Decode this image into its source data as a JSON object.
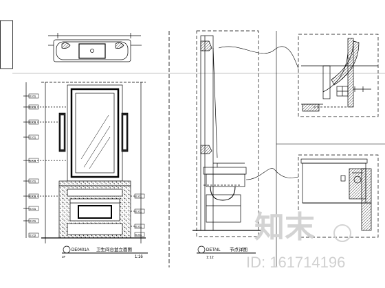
{
  "drawing": {
    "left_panel": {
      "sheet_no": "DE0401A",
      "title": "卫生间台盆立面图",
      "scale": "1:16",
      "sub_mark": "3F",
      "level_tags": [
        "E.01",
        "E.01",
        "E.01",
        "E.01",
        "E.01",
        "E.01",
        "E.01",
        "E.01",
        "E.01",
        "E.02"
      ],
      "right_tags": [
        "E.01",
        "E.01",
        "E.01",
        "E.01"
      ]
    },
    "right_panel": {
      "sheet_no": "DETAIL",
      "title": "节点详图",
      "scale": "1:12"
    }
  },
  "watermark": {
    "logo_text": "知末",
    "id_label": "ID: 161714196"
  },
  "colors": {
    "line": "#000000",
    "section_line": "#e0e0e0",
    "hatch": "#555555",
    "watermark": "#d0d0d0"
  }
}
